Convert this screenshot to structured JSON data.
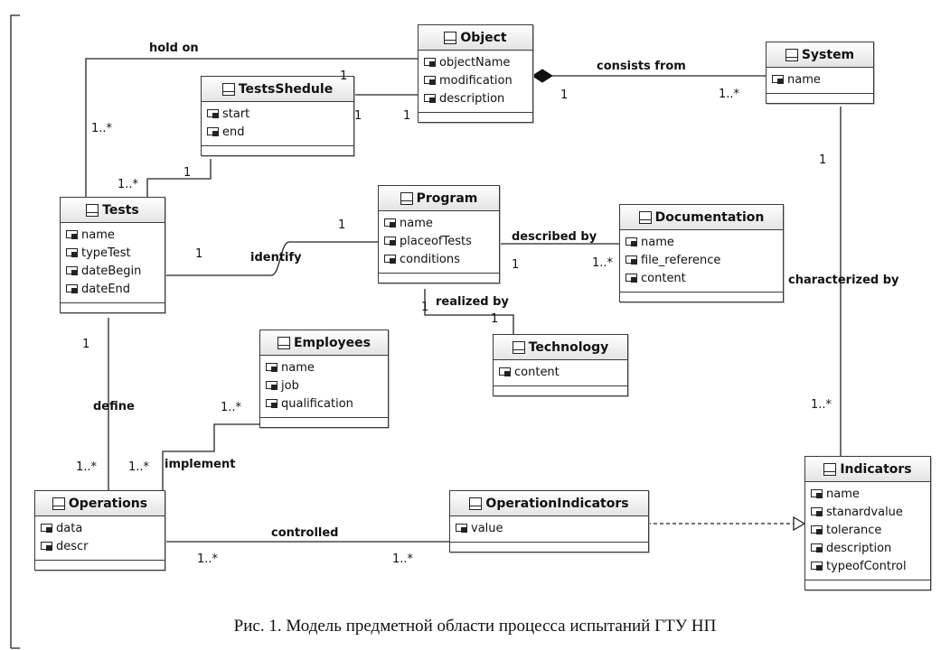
{
  "classes": [
    {
      "key": "object",
      "name": "Object",
      "attrs": [
        "objectName",
        "modification",
        "description"
      ]
    },
    {
      "key": "system",
      "name": "System",
      "attrs": [
        "name"
      ]
    },
    {
      "key": "testsshedule",
      "name": "TestsShedule",
      "attrs": [
        "start",
        "end"
      ]
    },
    {
      "key": "tests",
      "name": "Tests",
      "attrs": [
        "name",
        "typeTest",
        "dateBegin",
        "dateEnd"
      ]
    },
    {
      "key": "program",
      "name": "Program",
      "attrs": [
        "name",
        "placeofTests",
        "conditions"
      ]
    },
    {
      "key": "documentation",
      "name": "Documentation",
      "attrs": [
        "name",
        "file_reference",
        "content"
      ]
    },
    {
      "key": "technology",
      "name": "Technology",
      "attrs": [
        "content"
      ]
    },
    {
      "key": "employees",
      "name": "Employees",
      "attrs": [
        "name",
        "job",
        "qualification"
      ]
    },
    {
      "key": "operations",
      "name": "Operations",
      "attrs": [
        "data",
        "descr"
      ]
    },
    {
      "key": "operationindicators",
      "name": "OperationIndicators",
      "attrs": [
        "value"
      ]
    },
    {
      "key": "indicators",
      "name": "Indicators",
      "attrs": [
        "name",
        "stanardvalue",
        "tolerance",
        "description",
        "typeofControl"
      ]
    }
  ],
  "association_names": {
    "hold_on": "hold on",
    "consists_from": "consists from",
    "identify": "identify",
    "described_by": "described by",
    "realized_by": "realized by",
    "characterized_by": "characterized by",
    "define": "define",
    "implement": "implement",
    "controlled": "controlled"
  },
  "multiplicities": {
    "hold_on_object": "1",
    "hold_on_tests": "1..*",
    "consists_object": "1",
    "consists_system": "1..*",
    "schedule_left": "1",
    "schedule_object": "1",
    "schedule_tests_1": "1",
    "schedule_tests_many": "1..*",
    "identify_program": "1",
    "identify_tests": "1",
    "described_program": "1",
    "described_doc": "1..*",
    "realized_program": "1",
    "realized_tech": "1",
    "system_char": "1",
    "indicators_char": "1..*",
    "define_tests": "1",
    "define_ops": "1..*",
    "implement_ops": "1..*",
    "implement_emp": "1..*",
    "controlled_ops": "1..*",
    "controlled_opind": "1..*"
  },
  "caption": "Рис. 1. Модель предметной области процесса испытаний ГТУ НП"
}
